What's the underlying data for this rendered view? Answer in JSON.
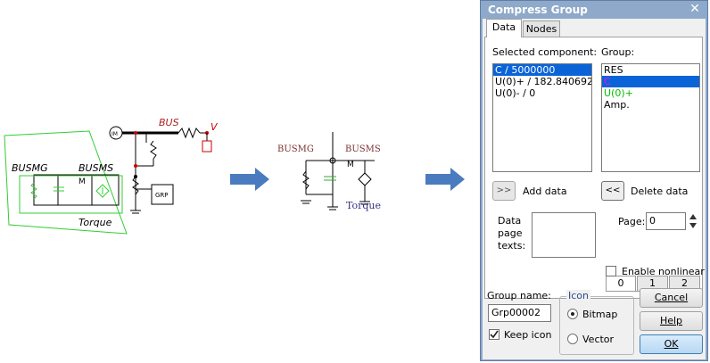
{
  "schematic_left": {
    "labels": {
      "busmg": "BUSMG",
      "busms": "BUSMS",
      "torque": "Torque",
      "bus": "BUS",
      "v": "V",
      "grp": "GRP",
      "im": "IM",
      "m": "M"
    }
  },
  "schematic_middle": {
    "labels": {
      "busmg": "BUSMG",
      "busms": "BUSMS",
      "torque": "Torque",
      "m": "M"
    }
  },
  "dialog": {
    "title": "Compress Group",
    "tabs": [
      {
        "label": "Data",
        "active": true
      },
      {
        "label": "Nodes",
        "active": false
      }
    ],
    "selected_component_label": "Selected component:",
    "selected_components": [
      {
        "text": "C / 5000000",
        "selected": true
      },
      {
        "text": "U(0)+ / 182.840692",
        "selected": false
      },
      {
        "text": "U(0)- / 0",
        "selected": false
      }
    ],
    "group_label": "Group:",
    "group_items": [
      {
        "text": "RES",
        "selected": false,
        "color": "#000000"
      },
      {
        "text": "C",
        "selected": true,
        "color": "#ff00ff"
      },
      {
        "text": "U(0)+",
        "selected": false,
        "color": "#00c000"
      },
      {
        "text": "Amp.",
        "selected": false,
        "color": "#000000"
      }
    ],
    "add_button": ">>",
    "add_label": "Add data",
    "delete_button": "<<",
    "delete_label": "Delete data",
    "data_page_texts_label": [
      "Data",
      "page",
      "texts:"
    ],
    "data_page_texts_value": "",
    "page_label": "Page:",
    "page_value": "0",
    "page_tabs": [
      "0",
      "1",
      "2"
    ],
    "enable_nonlinear_label": "Enable nonlinear",
    "enable_nonlinear_checked": false,
    "group_name_label": "Group name:",
    "group_name_value": "Grp00002",
    "keep_icon_label": "Keep icon",
    "keep_icon_checked": true,
    "icon_group_label": "Icon",
    "icon_options": [
      {
        "label": "Bitmap",
        "selected": true
      },
      {
        "label": "Vector",
        "selected": false
      }
    ],
    "cancel_label": "Cancel",
    "help_label": "Help",
    "ok_label": "OK",
    "accent_color": "#0a64d8",
    "title_color": "#8ea9c9"
  }
}
